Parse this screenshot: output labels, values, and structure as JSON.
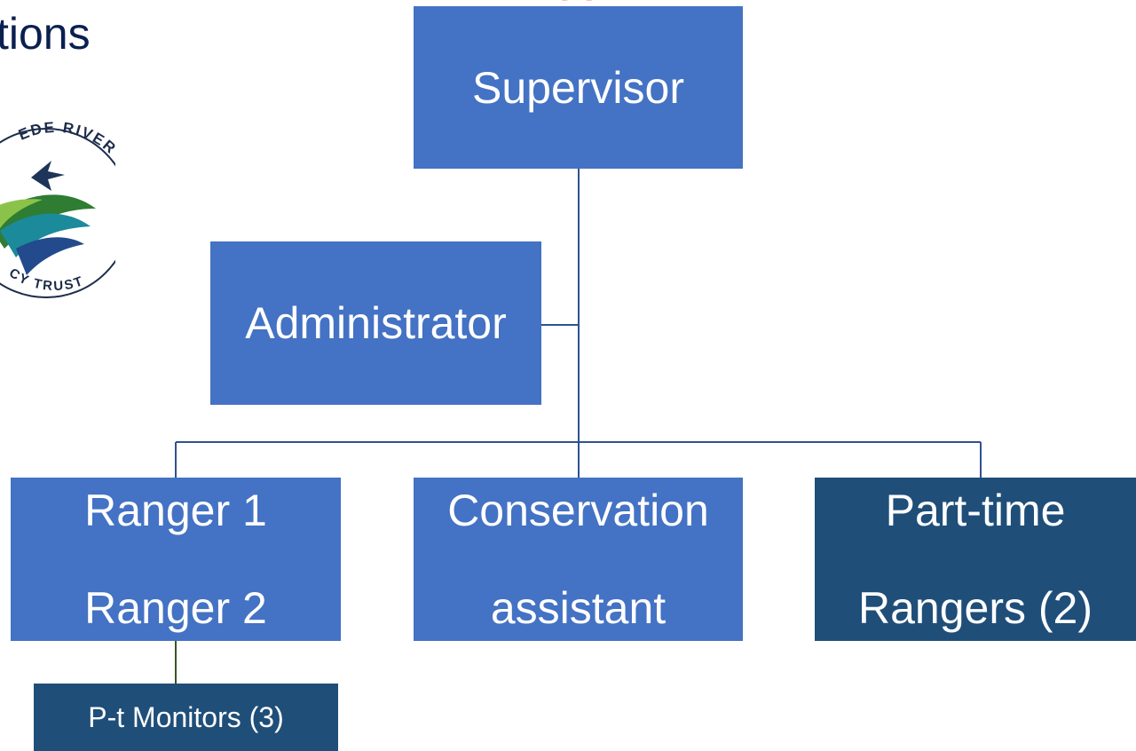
{
  "slide": {
    "title_fragment": "tions",
    "logo": {
      "icon": "trust-logo-icon",
      "text_top": "EDE RIVER",
      "text_bottom": "CY TRUST"
    }
  },
  "org_chart": {
    "supervisor": "Supervisor",
    "administrator": "Administrator",
    "ranger_1": "Ranger 1",
    "ranger_2": "Ranger 2",
    "conservation_line1": "Conservation",
    "conservation_line2": "assistant",
    "parttime_line1": "Part-time",
    "parttime_line2": "Rangers (2)",
    "monitors": "P-t Monitors (3)"
  },
  "colors": {
    "box_primary": "#4472c4",
    "box_dark": "#1f4e79",
    "connector": "#2f528f",
    "title": "#0b2050"
  }
}
